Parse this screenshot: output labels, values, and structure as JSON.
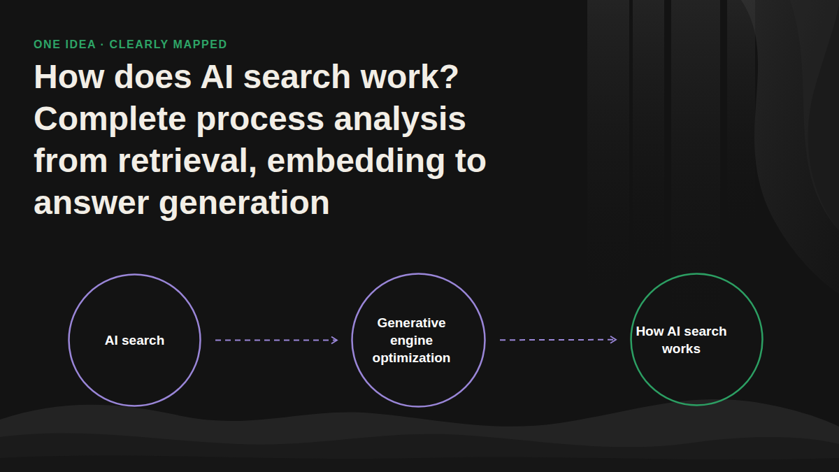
{
  "diagram": {
    "title": "How does AI search work? Complete process analysis from retrieval, embedding to answer generation",
    "nodes": [
      {
        "text": [
          "AI search"
        ]
      },
      {
        "text": [
          "Generative engine optimization"
        ]
      },
      {
        "text": [
          "How AI search works"
        ]
      }
    ],
    "edges": [
      {
        "from": 0,
        "to": 1,
        "arrow": "to"
      },
      {
        "from": 1,
        "to": 2,
        "arrow": "to"
      }
    ],
    "labels": [
      "ONE IDEA · CLEARLY MAPPED"
    ]
  }
}
